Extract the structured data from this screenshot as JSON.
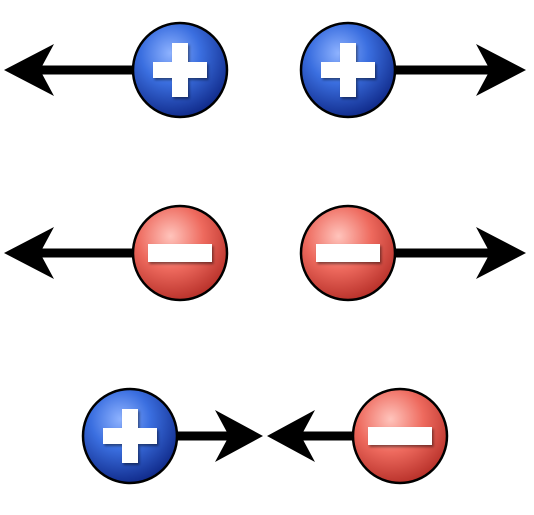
{
  "pairs": [
    {
      "relation": "repel",
      "left": {
        "charge": "positive",
        "arrow": "outward"
      },
      "right": {
        "charge": "positive",
        "arrow": "outward"
      }
    },
    {
      "relation": "repel",
      "left": {
        "charge": "negative",
        "arrow": "outward"
      },
      "right": {
        "charge": "negative",
        "arrow": "outward"
      }
    },
    {
      "relation": "attract",
      "left": {
        "charge": "positive",
        "arrow": "inward"
      },
      "right": {
        "charge": "negative",
        "arrow": "inward"
      }
    }
  ],
  "colors": {
    "positive_center": "#8fb3ff",
    "positive_mid": "#3b6fe0",
    "positive_edge": "#102a8a",
    "negative_center": "#ffc4bc",
    "negative_mid": "#ee6a5e",
    "negative_edge": "#b8312a",
    "sign": "#ffffff",
    "arrow": "#000000",
    "outline": "#000000"
  },
  "icons": {
    "positive": "plus-sign-icon",
    "negative": "minus-sign-icon",
    "arrow": "arrow-icon"
  }
}
